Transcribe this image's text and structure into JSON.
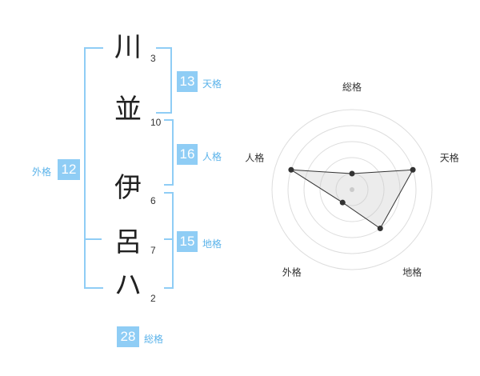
{
  "name": {
    "characters": [
      {
        "char": "川",
        "strokes": "3"
      },
      {
        "char": "並",
        "strokes": "10"
      },
      {
        "char": "伊",
        "strokes": "6"
      },
      {
        "char": "呂",
        "strokes": "7"
      },
      {
        "char": "ハ",
        "strokes": "2"
      }
    ]
  },
  "fortune": {
    "tenkaku": {
      "value": "13",
      "label": "天格"
    },
    "jinkaku": {
      "value": "16",
      "label": "人格"
    },
    "chikaku": {
      "value": "15",
      "label": "地格"
    },
    "gaikaku": {
      "value": "12",
      "label": "外格"
    },
    "soukaku": {
      "value": "28",
      "label": "総格"
    }
  },
  "colors": {
    "accent": "#8fcdf5",
    "label": "#5bb3ea",
    "radar_fill": "#e8e8e8"
  },
  "chart_data": {
    "type": "radar",
    "axes": [
      "総格",
      "天格",
      "地格",
      "外格",
      "人格"
    ],
    "values": [
      1,
      4,
      3,
      1,
      4
    ],
    "max": 4
  }
}
